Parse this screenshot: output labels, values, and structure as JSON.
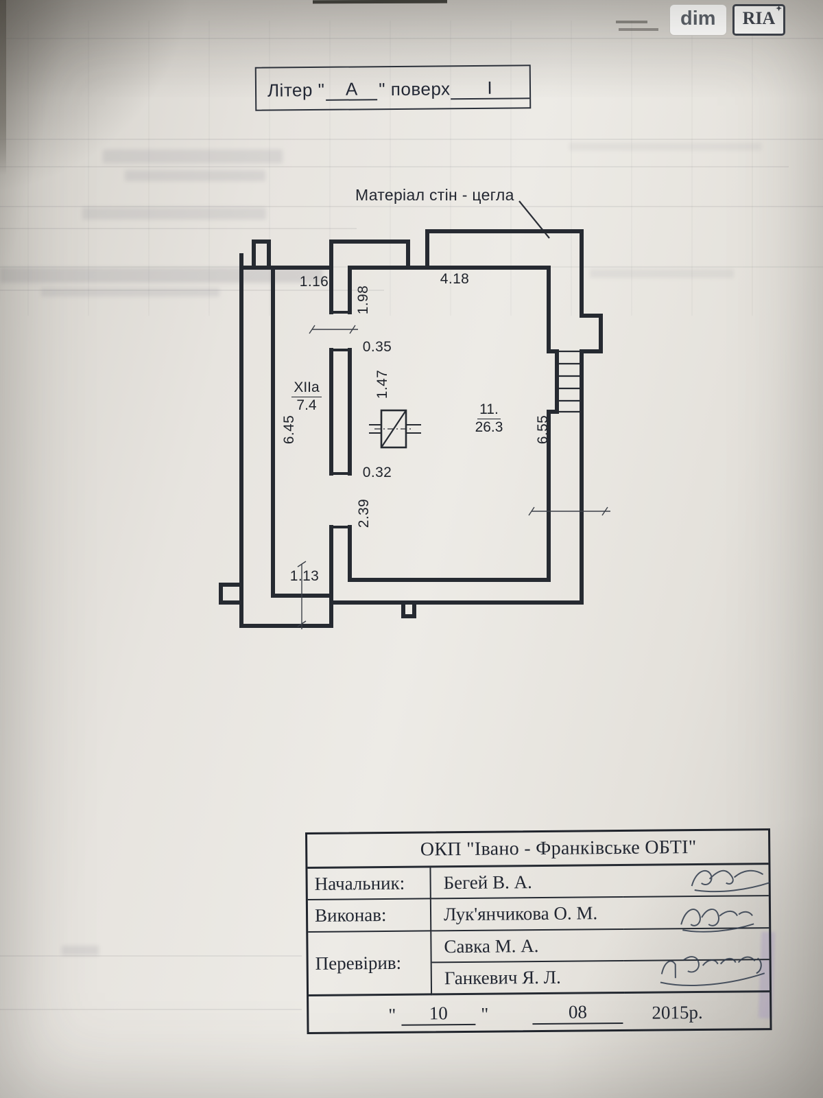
{
  "watermark": {
    "dim": "dim",
    "ria": "RIA",
    "star": "✦"
  },
  "title_box": {
    "word1": "Літер",
    "quote_open": "\"",
    "letter": "А",
    "quote_close": "\"",
    "word2": "поверх",
    "floor": "І"
  },
  "plan": {
    "material": "Матеріал стін - цегла",
    "rooms": [
      {
        "num": "XIIa",
        "area": "7.4"
      },
      {
        "num": "11.",
        "area": "26.3"
      }
    ],
    "dims": {
      "w116": "1.16",
      "w418": "4.18",
      "h198": "1.98",
      "w035": "0.35",
      "h147": "1.47",
      "h645": "6.45",
      "h655": "6.55",
      "w032": "0.32",
      "h239": "2.39",
      "w113": "1.13"
    }
  },
  "table": {
    "org": "ОКП \"Івано - Франківське ОБТІ\"",
    "rows": [
      {
        "label": "Начальник:",
        "name": "Бегей В. А."
      },
      {
        "label": "Виконав:",
        "name": "Лук'янчикова О. М."
      },
      {
        "label": "Перевірив:",
        "name": "Савка М. А."
      },
      {
        "label": "",
        "name": "Ганкевич Я. Л."
      }
    ],
    "date": {
      "q1": "\"",
      "day": "10",
      "q2": "\"",
      "month": "08",
      "year": "2015р."
    }
  }
}
